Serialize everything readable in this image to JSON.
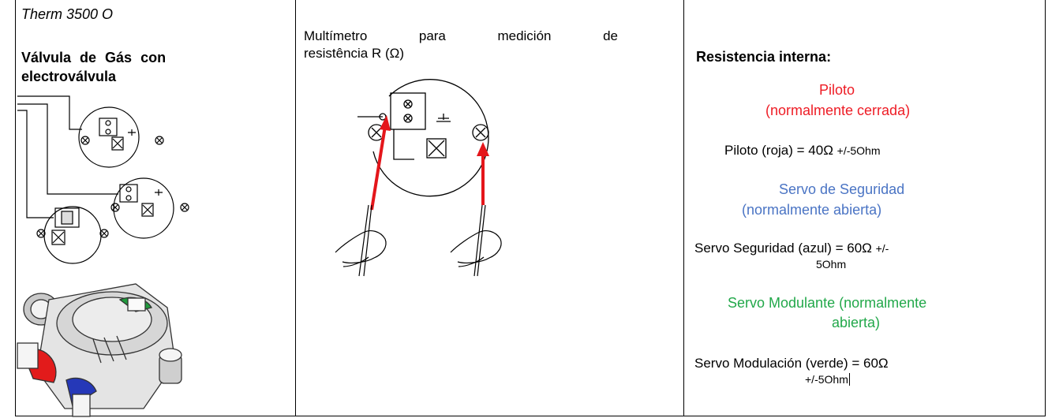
{
  "col1": {
    "model": "Therm 3500 O",
    "heading_line1": "Válvula de Gás con",
    "heading_line2": "electroválvula"
  },
  "col2": {
    "line1_words": [
      "Multímetro",
      "para",
      "medición",
      "de"
    ],
    "line2": "resistência R (Ω)"
  },
  "col3": {
    "heading": "Resistencia interna:",
    "piloto_title": "Piloto",
    "piloto_sub": "(normalmente cerrada)",
    "piloto_value_main": "Piloto (roja) = 40Ω",
    "piloto_value_tol": "+/-5Ohm",
    "servo_seg_title": "Servo de Seguridad",
    "servo_seg_sub": "(normalmente abierta)",
    "servo_seg_value_main": "Servo Seguridad (azul) = 60Ω",
    "servo_seg_value_tol1": "+/-",
    "servo_seg_value_tol2": "5Ohm",
    "servo_mod_title": "Servo Modulante (normalmente",
    "servo_mod_sub": "abierta)",
    "servo_mod_value_main": "Servo Modulación (verde) = 60Ω",
    "servo_mod_value_tol": "+/-5Ohm"
  },
  "colors": {
    "red": "#ee1c25",
    "blue": "#4a74c4",
    "green": "#22a84a",
    "valve_red": "#e21b1b",
    "valve_blue": "#2538b8",
    "valve_green": "#1f9a3c"
  }
}
